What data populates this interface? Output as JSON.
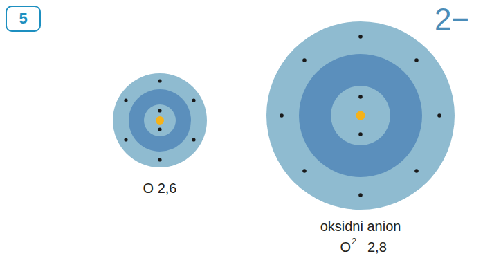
{
  "diagram": {
    "labels": [
      "5",
      "2−",
      "O 2,6",
      "oksidni anion",
      "O",
      "2−",
      "2,8"
    ]
  }
}
